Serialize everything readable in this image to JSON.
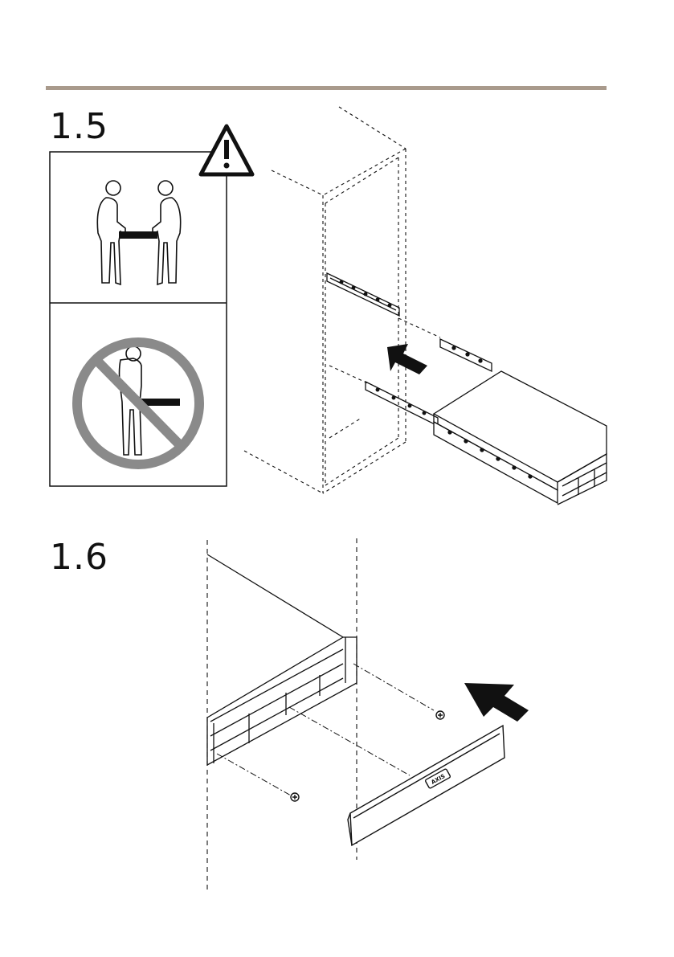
{
  "steps": [
    {
      "number": "1.5"
    },
    {
      "number": "1.6"
    }
  ],
  "bezel_logo_text": "AXIS",
  "colors": {
    "rule": "#a99a8c",
    "prohibition": "#8a8a8a",
    "line": "#111111"
  },
  "icons": [
    "warning-icon",
    "two-person-lift-icon",
    "no-single-person-lift-icon",
    "insert-arrow-icon"
  ]
}
